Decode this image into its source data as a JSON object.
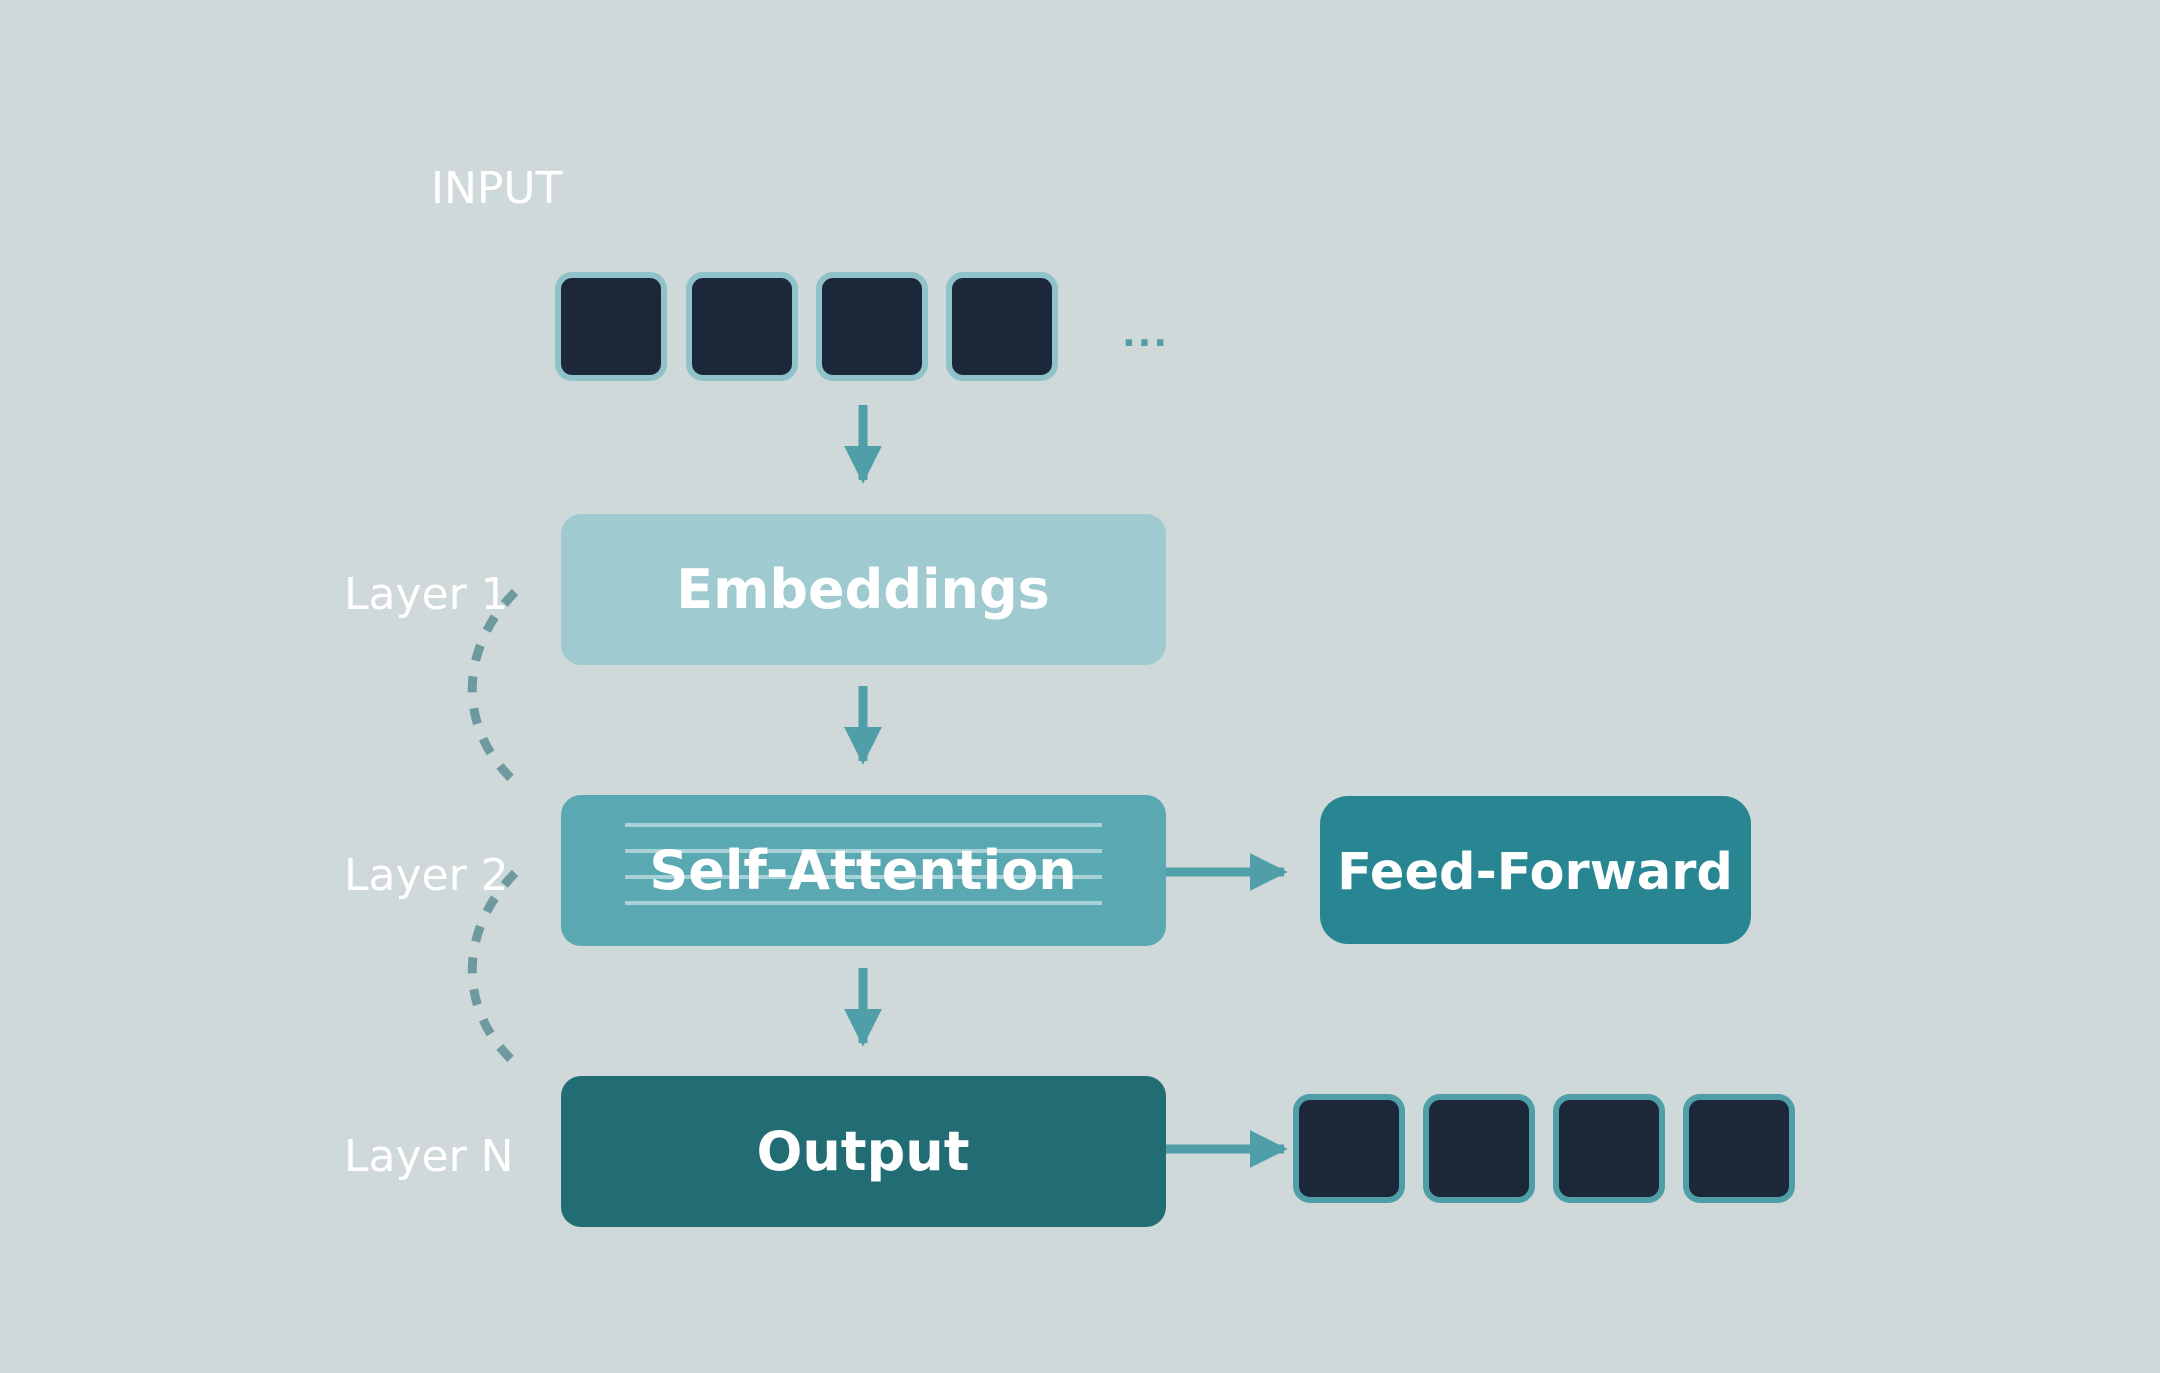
{
  "diagram": {
    "input_label": "INPUT",
    "ellipsis": "...",
    "layers": [
      {
        "label": "Layer 1"
      },
      {
        "label": "Layer 2"
      },
      {
        "label": "Layer N"
      }
    ],
    "blocks": {
      "embeddings": "Embeddings",
      "self_attention": "Self-Attention",
      "feed_forward": "Feed-Forward",
      "output": "Output"
    },
    "input_token_count": 4,
    "output_token_count": 4
  },
  "colors": {
    "background": "#cfd9da",
    "token_fill": "#1c283a",
    "token_border": "#8fc3c9",
    "output_token_border": "#4f9ea8",
    "arrow": "#4f9ea8",
    "dashed_arc": "#6e999e",
    "embeddings_fill": "#9fcad0",
    "self_attention_fill": "#5aa8b2",
    "feed_forward_fill": "#288693",
    "output_fill": "#226c74",
    "label_text": "#ffffff"
  }
}
